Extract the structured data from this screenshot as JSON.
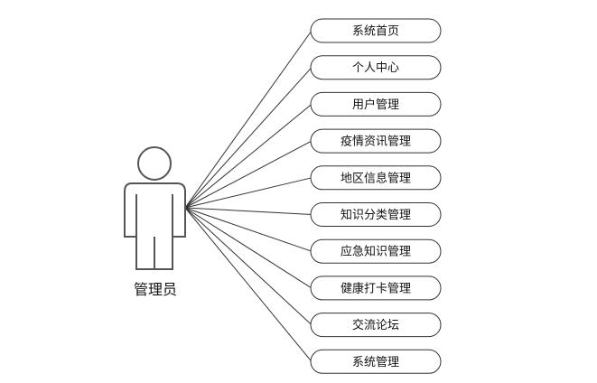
{
  "actor": {
    "label": "管理员"
  },
  "use_cases": [
    {
      "label": "系统首页"
    },
    {
      "label": "个人中心"
    },
    {
      "label": "用户管理"
    },
    {
      "label": "疫情资讯管理"
    },
    {
      "label": "地区信息管理"
    },
    {
      "label": "知识分类管理"
    },
    {
      "label": "应急知识管理"
    },
    {
      "label": "健康打卡管理"
    },
    {
      "label": "交流论坛"
    },
    {
      "label": "系统管理"
    }
  ],
  "colors": {
    "stroke": "#333333",
    "actor_stroke": "#555555",
    "text": "#111111",
    "fill": "#ffffff"
  }
}
